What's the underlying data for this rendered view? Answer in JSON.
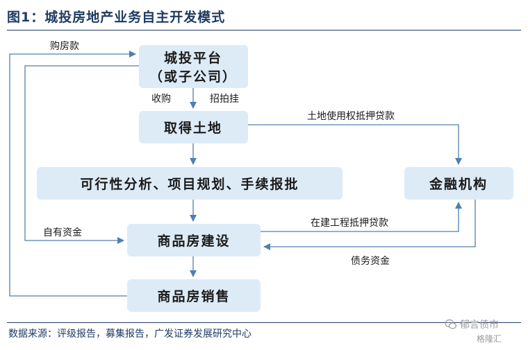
{
  "title": "图1：城投房地产业务自主开发模式",
  "source": "数据来源：评级报告，募集报告，广发证券发展研究中心",
  "watermark": {
    "line1": "郁言债市",
    "line2": "格隆汇"
  },
  "diagram": {
    "nodes": {
      "platform_line1": "城投平台",
      "platform_line2": "（或子公司）",
      "land": "取得土地",
      "analysis": "可行性分析、项目规划、手续报批",
      "finance": "金融机构",
      "construction": "商品房建设",
      "sales": "商品房销售"
    },
    "edges": {
      "purchase_payment": "购房款",
      "acquisition": "收购",
      "auction": "招拍挂",
      "land_loan": "土地使用权抵押贷款",
      "own_funds": "自有资金",
      "construction_loan": "在建工程抵押贷款",
      "debt_funds": "债务资金"
    }
  },
  "colors": {
    "box_fill": "#ddebf7",
    "arrow": "#4f7fae",
    "title": "#1f3b63"
  }
}
